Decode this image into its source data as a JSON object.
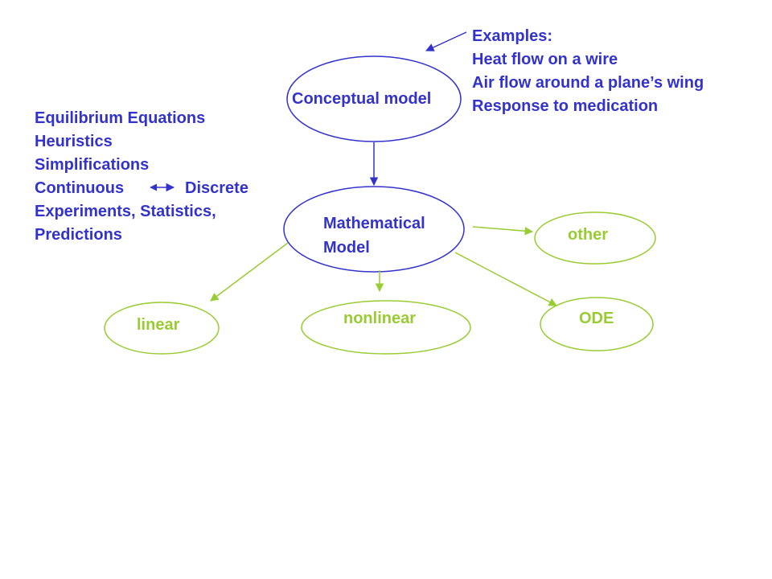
{
  "colors": {
    "primary": "#3333cc",
    "accent": "#99cc33",
    "background": "#ffffff"
  },
  "examples": {
    "heading": "Examples:",
    "items": [
      "Heat flow on a wire",
      "Air flow around a plane’s wing",
      "Response to medication"
    ]
  },
  "methods": {
    "lines": [
      "Equilibrium Equations",
      "Heuristics",
      "Simplifications"
    ],
    "continuous": "Continuous",
    "discrete": "Discrete",
    "tail": [
      "Experiments, Statistics,",
      "Predictions"
    ]
  },
  "nodes": {
    "conceptual": "Conceptual model",
    "mathematical_line1": "Mathematical",
    "mathematical_line2": "Model",
    "other": "other",
    "linear": "linear",
    "nonlinear": "nonlinear",
    "ode": "ODE"
  }
}
